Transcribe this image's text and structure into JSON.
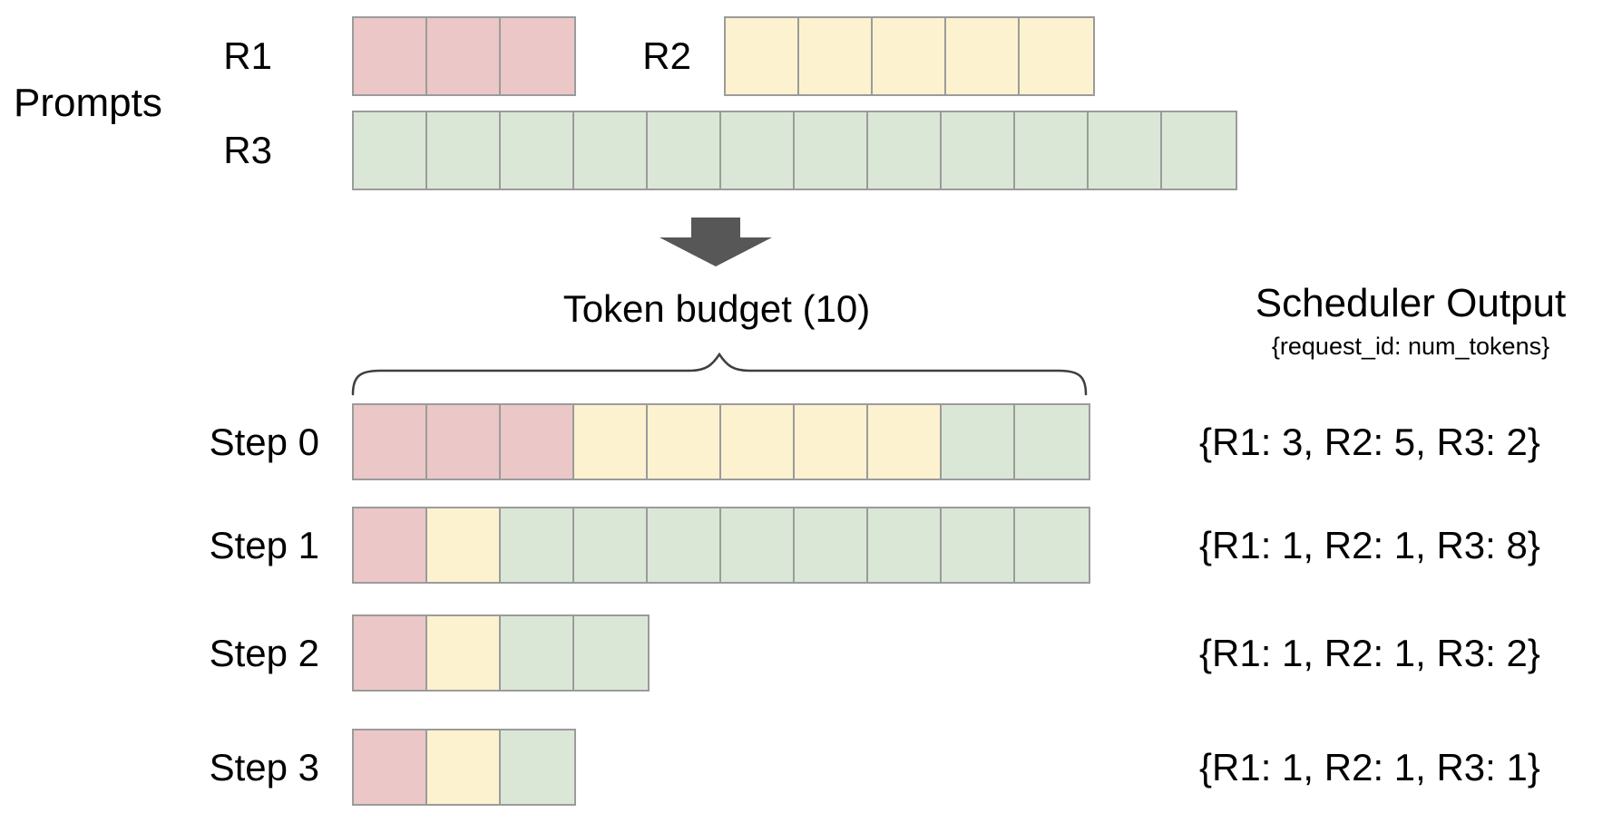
{
  "colors": {
    "r1_fill": "#ebc7c7",
    "r2_fill": "#fdf2cf",
    "r3_fill": "#dbe7d6",
    "cell_border": "#9b9b9b",
    "arrow": "#575757",
    "brace": "#3f3f3f",
    "text": "#000000"
  },
  "prompts": {
    "label": "Prompts",
    "requests": [
      {
        "id": "R1",
        "color": "r1_fill",
        "tokens": 3
      },
      {
        "id": "R2",
        "color": "r2_fill",
        "tokens": 5
      },
      {
        "id": "R3",
        "color": "r3_fill",
        "tokens": 12
      }
    ]
  },
  "token_budget": {
    "label": "Token budget (10)",
    "value": 10
  },
  "scheduler_output": {
    "title": "Scheduler Output",
    "subtitle": "{request_id: num_tokens}"
  },
  "steps": [
    {
      "label": "Step 0",
      "allocation": [
        {
          "id": "R1",
          "tokens": 3
        },
        {
          "id": "R2",
          "tokens": 5
        },
        {
          "id": "R3",
          "tokens": 2
        }
      ],
      "output": "{R1: 3, R2: 5, R3: 2}"
    },
    {
      "label": "Step 1",
      "allocation": [
        {
          "id": "R1",
          "tokens": 1
        },
        {
          "id": "R2",
          "tokens": 1
        },
        {
          "id": "R3",
          "tokens": 8
        }
      ],
      "output": "{R1: 1, R2: 1, R3: 8}"
    },
    {
      "label": "Step 2",
      "allocation": [
        {
          "id": "R1",
          "tokens": 1
        },
        {
          "id": "R2",
          "tokens": 1
        },
        {
          "id": "R3",
          "tokens": 2
        }
      ],
      "output": "{R1: 1, R2: 1, R3: 2}"
    },
    {
      "label": "Step 3",
      "allocation": [
        {
          "id": "R1",
          "tokens": 1
        },
        {
          "id": "R2",
          "tokens": 1
        },
        {
          "id": "R3",
          "tokens": 1
        }
      ],
      "output": "{R1: 1, R2: 1, R3: 1}"
    }
  ]
}
